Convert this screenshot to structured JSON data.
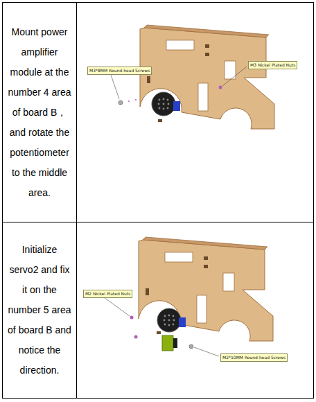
{
  "diagram": {
    "nodes": [
      {
        "text": [
          "M3*8MM Round-head Screws"
        ]
      },
      {
        "text": [
          "M3 Nickel Plated Nuts"
        ]
      },
      {
        "text": [
          "M2 Nickel Plated Nuts"
        ]
      },
      {
        "text": [
          "M2*10MM Round-head Screws"
        ]
      }
    ],
    "labels": [
      "Mount power amplifier module at the number 4 area of board B，and rotate the potentiometer to the middle area.",
      "Initialize servo2 and fix it on the number 5 area of board B and notice the direction."
    ]
  }
}
